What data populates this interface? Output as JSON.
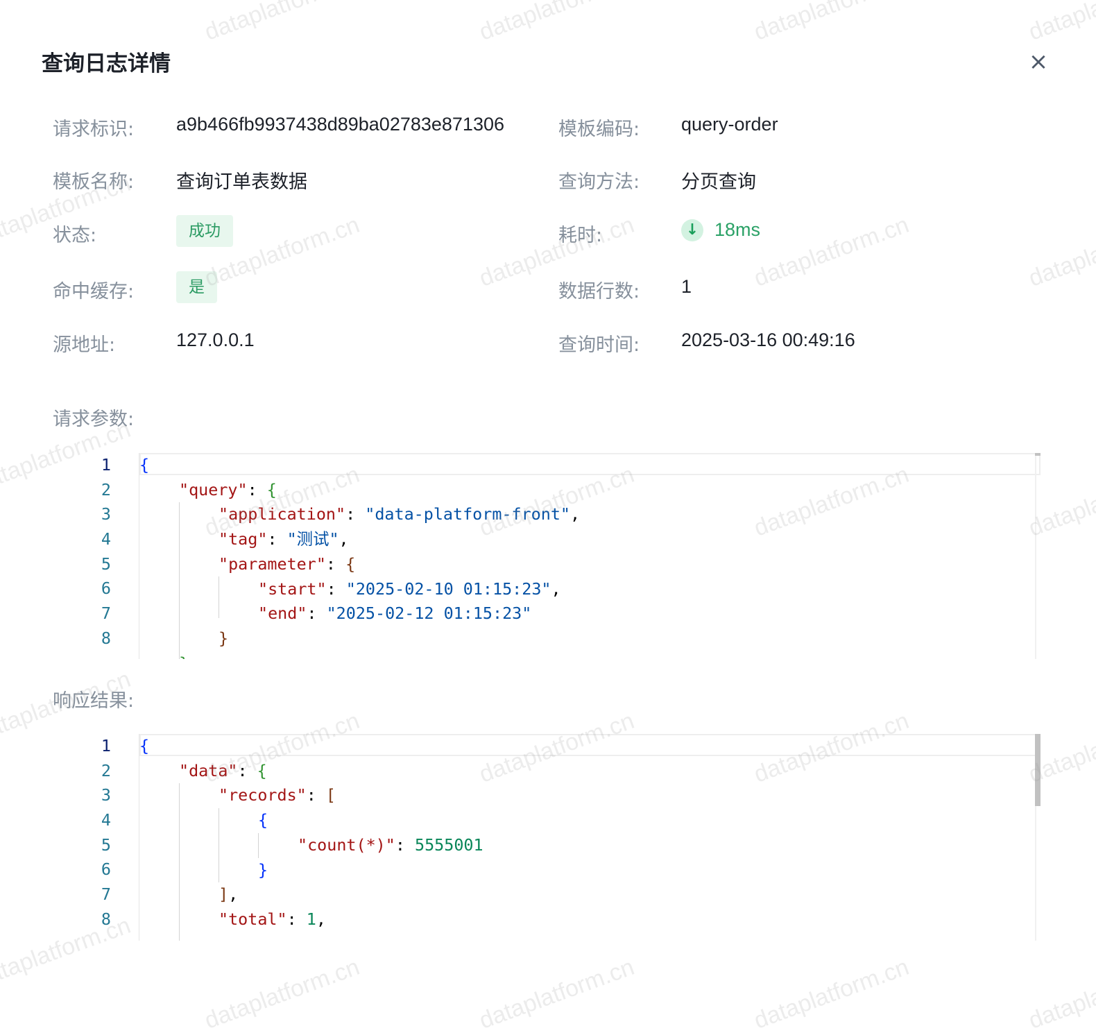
{
  "modal": {
    "title": "查询日志详情",
    "close_label": "×"
  },
  "details": {
    "request_id_label": "请求标识:",
    "request_id": "a9b466fb9937438d89ba02783e871306",
    "template_code_label": "模板编码:",
    "template_code": "query-order",
    "template_name_label": "模板名称:",
    "template_name": "查询订单表数据",
    "query_method_label": "查询方法:",
    "query_method": "分页查询",
    "status_label": "状态:",
    "status": "成功",
    "duration_label": "耗时:",
    "duration": "18ms",
    "cache_hit_label": "命中缓存:",
    "cache_hit": "是",
    "row_count_label": "数据行数:",
    "row_count": "1",
    "source_address_label": "源地址:",
    "source_address": "127.0.0.1",
    "query_time_label": "查询时间:",
    "query_time": "2025-03-16 00:49:16"
  },
  "request_section": {
    "label": "请求参数:",
    "line_numbers": [
      "1",
      "2",
      "3",
      "4",
      "5",
      "6",
      "7",
      "8"
    ],
    "code": {
      "application_key": "\"application\"",
      "application_value": "\"data-platform-front\"",
      "tag_key": "\"tag\"",
      "tag_value": "\"测试\"",
      "query_key": "\"query\"",
      "parameter_key": "\"parameter\"",
      "start_key": "\"start\"",
      "start_value": "\"2025-02-10 01:15:23\"",
      "end_key": "\"end\"",
      "end_value": "\"2025-02-12 01:15:23\""
    }
  },
  "response_section": {
    "label": "响应结果:",
    "line_numbers": [
      "1",
      "2",
      "3",
      "4",
      "5",
      "6",
      "7",
      "8"
    ],
    "code": {
      "data_key": "\"data\"",
      "records_key": "\"records\"",
      "count_key": "\"count(*)\"",
      "count_value": "5555001",
      "total_key": "\"total\"",
      "total_value": "1"
    }
  },
  "watermark": {
    "text": "dataplatform.cn"
  },
  "colors": {
    "tag_bg": "#e8f7ee",
    "tag_text": "#2b9b63",
    "duration_text": "#2aa166",
    "label": "#86909c"
  }
}
